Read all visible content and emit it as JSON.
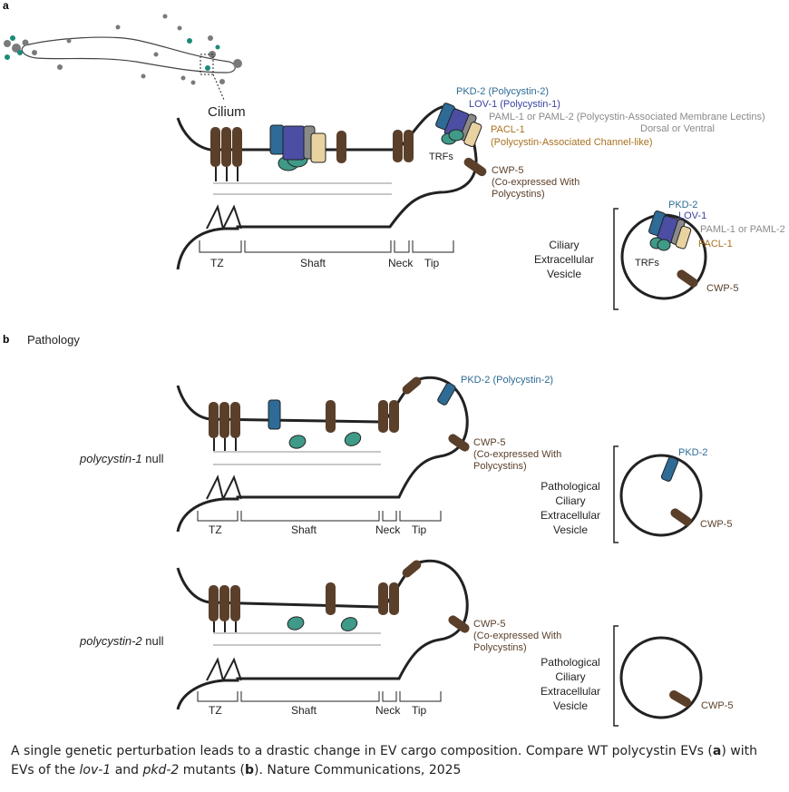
{
  "panel_a": {
    "letter": "a",
    "cilium_label": "Cilium",
    "segments": {
      "tz": "TZ",
      "shaft": "Shaft",
      "neck": "Neck",
      "tip": "Tip"
    },
    "trfs": "TRFs",
    "pkd2_full": "PKD-2 (Polycystin-2)",
    "lov1_full": "LOV-1 (Polycystin-1)",
    "paml_full": "PAML-1 or PAML-2 (Polycystin-Associated Membrane Lectins)",
    "paml_note": "Dorsal or Ventral",
    "pacl_title": "PACL-1",
    "pacl_full": "(Polycystin-Associated Channel-like)",
    "cwp5_title": "CWP-5",
    "cwp5_line1": "(Co-expressed With",
    "cwp5_line2": "Polycystins)",
    "vesicle_label": [
      "Ciliary",
      "Extracellular",
      "Vesicle"
    ],
    "vesicle": {
      "pkd2": "PKD-2",
      "lov1": "LOV-1",
      "paml": "PAML-1 or PAML-2",
      "pacl": "PACL-1",
      "trfs": "TRFs",
      "cwp5": "CWP-5"
    }
  },
  "panel_b": {
    "letter": "b",
    "title": "Pathology",
    "segments": {
      "tz": "TZ",
      "shaft": "Shaft",
      "neck": "Neck",
      "tip": "Tip"
    },
    "row1": {
      "genotype_italic": "polycystin-1",
      "genotype_suffix": " null",
      "pkd2_full": "PKD-2 (Polycystin-2)",
      "cwp5_title": "CWP-5",
      "cwp5_line1": "(Co-expressed With",
      "cwp5_line2": "Polycystins)",
      "vesicle_label": [
        "Pathological",
        "Ciliary",
        "Extracellular",
        "Vesicle"
      ],
      "vesicle_pkd2": "PKD-2",
      "vesicle_cwp5": "CWP-5"
    },
    "row2": {
      "genotype_italic": "polycystin-2",
      "genotype_suffix": " null",
      "cwp5_title": "CWP-5",
      "cwp5_line1": "(Co-expressed With",
      "cwp5_line2": "Polycystins)",
      "vesicle_label": [
        "Pathological",
        "Ciliary",
        "Extracellular",
        "Vesicle"
      ],
      "vesicle_cwp5": "CWP-5"
    }
  },
  "caption": {
    "part1": "A single genetic perturbation leads to a drastic change in EV cargo composition. Compare WT polycystin EVs (",
    "a": "a",
    "part2": ") with EVs of the ",
    "lov1": "lov-1",
    "part3": " and ",
    "pkd2": "pkd-2",
    "part4": " mutants (",
    "b": "b",
    "part5": "). Nature Communications, 2025"
  },
  "colors": {
    "membrane": "#222222",
    "brown": "#5a3f2a",
    "pkd2": "#2e6b96",
    "lov1": "#4b4ea3",
    "paml": "#8a8a8a",
    "pacl": "#e8d3a0",
    "trf": "#3f9a88",
    "microtubule": "#c8c8c8",
    "label_pkd2": "#2e6b96",
    "label_lov1": "#3a43a0",
    "label_paml": "#8a8a8a",
    "label_pacl": "#a9711f",
    "label_cwp5": "#5a3f2a",
    "worm_dot_grey": "#7a7a7a",
    "worm_dot_teal": "#1c8a78"
  }
}
